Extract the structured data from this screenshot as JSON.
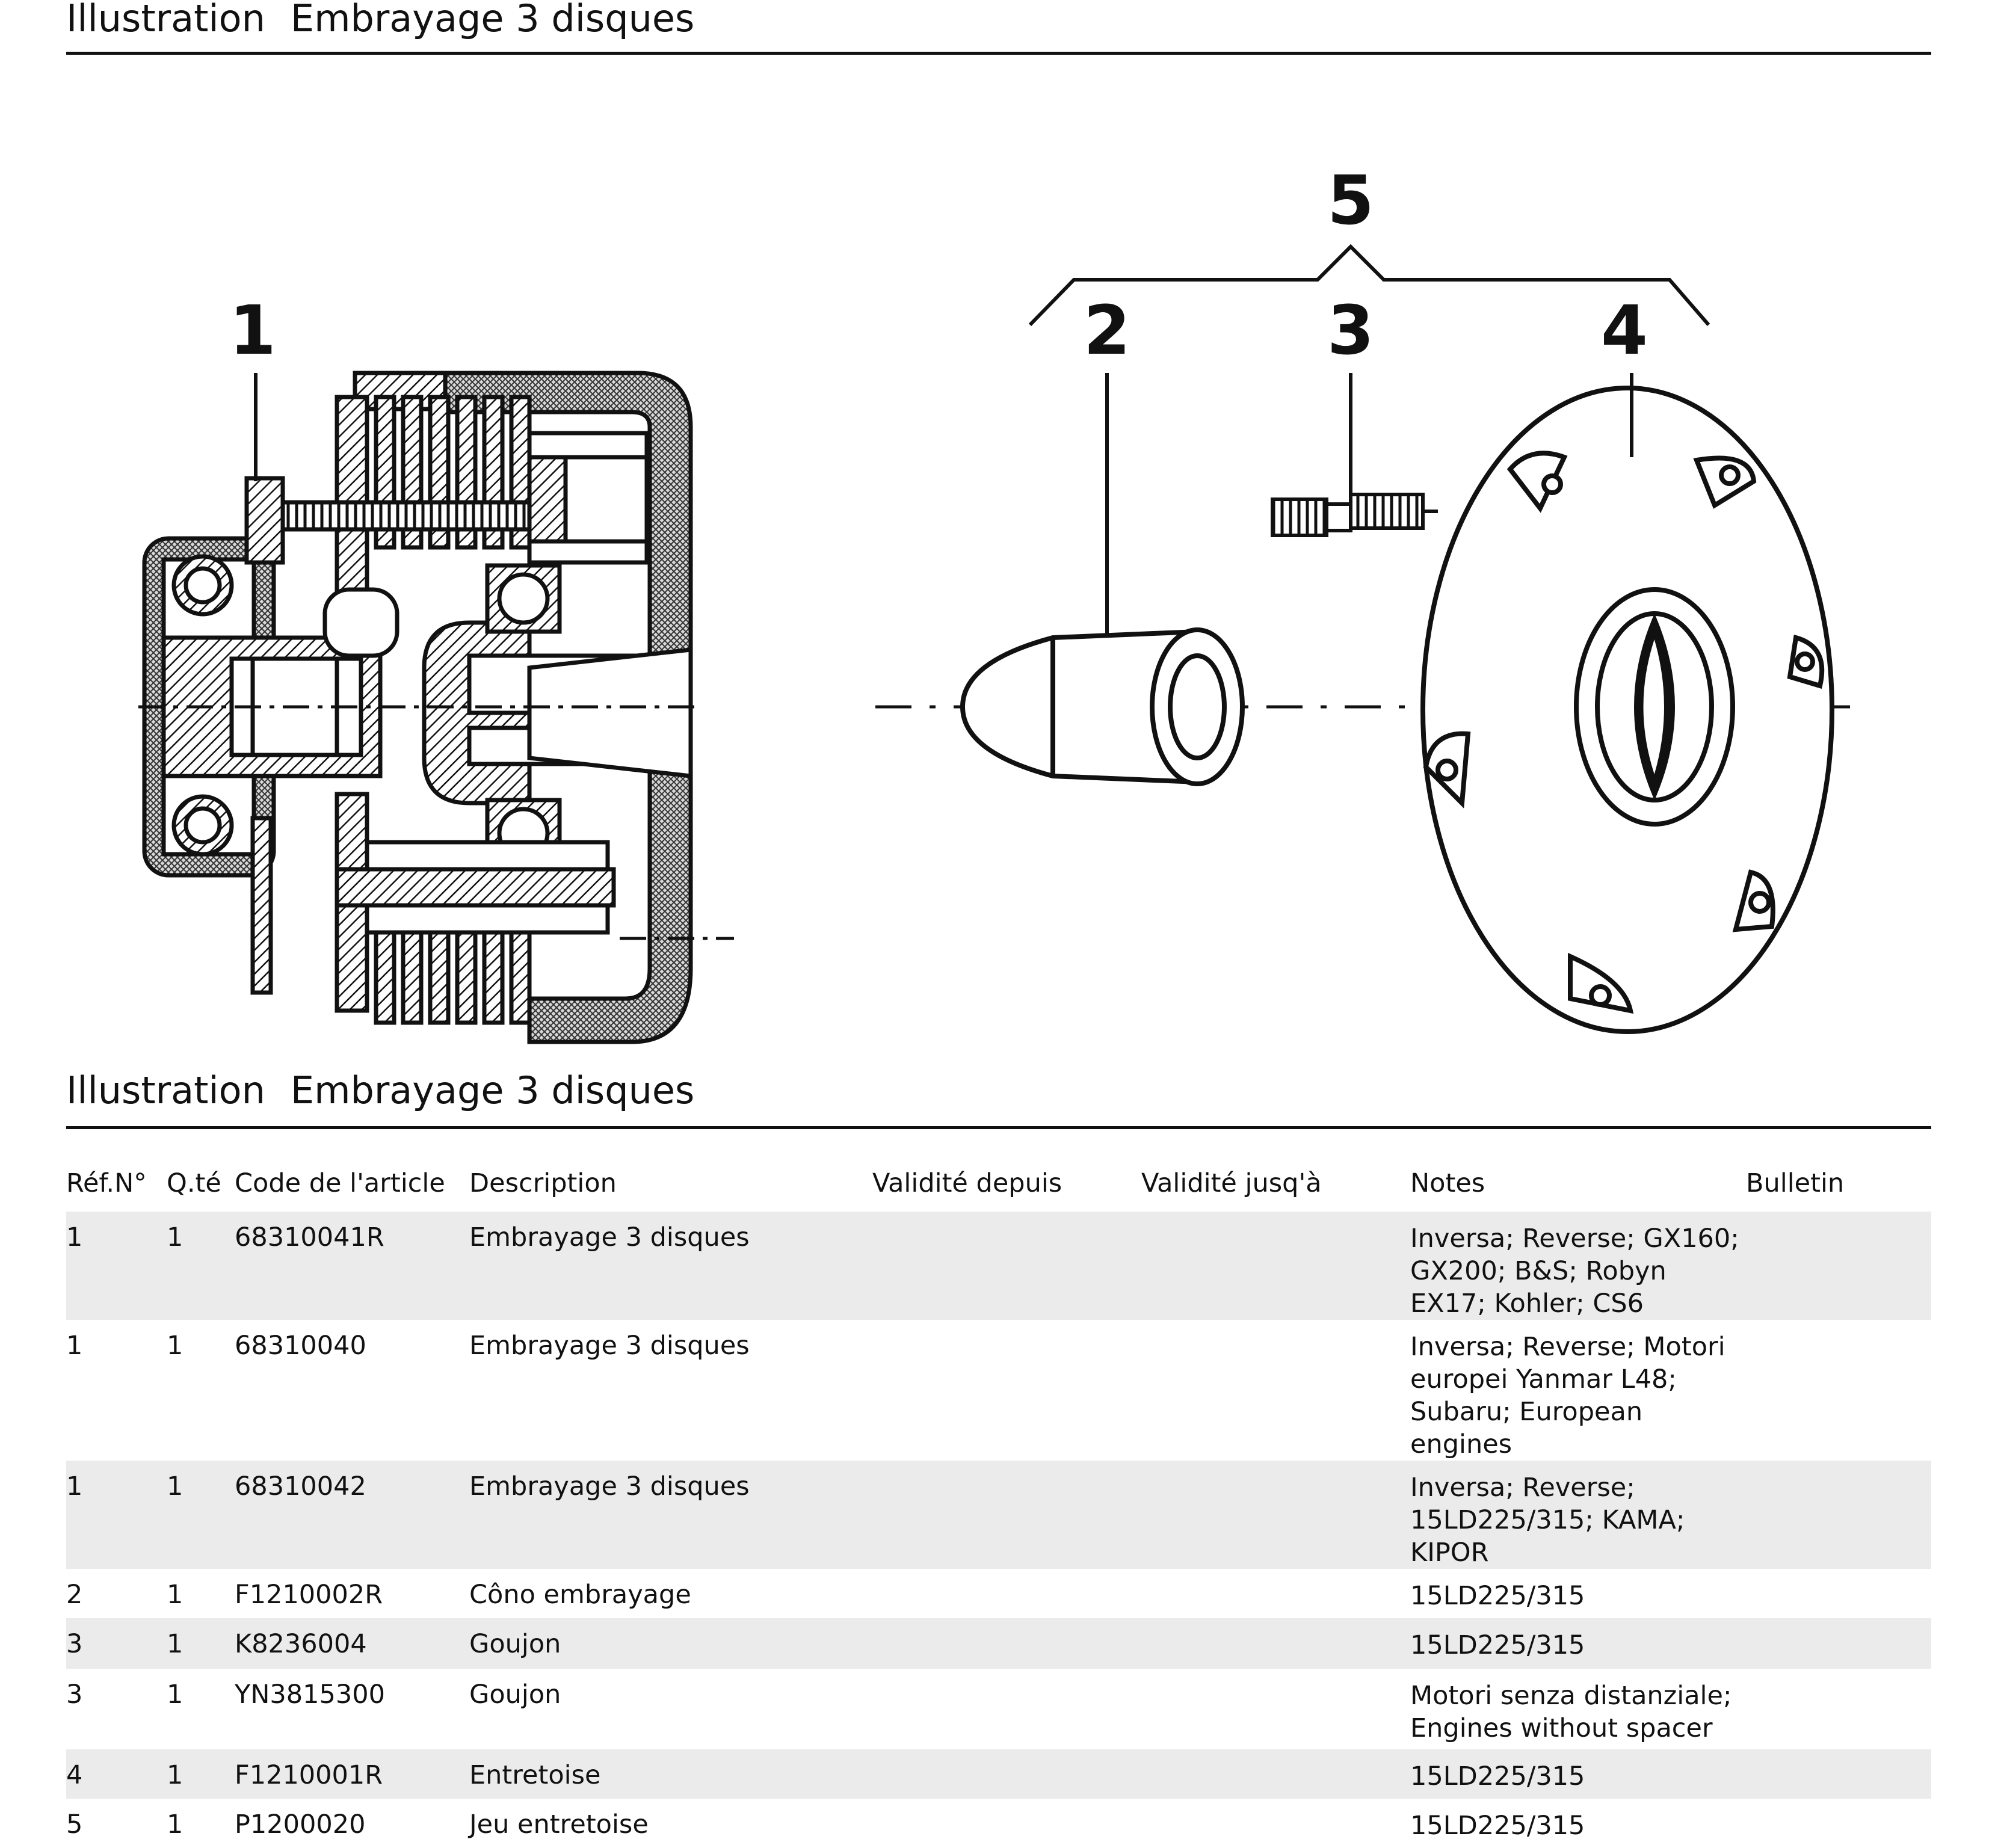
{
  "header": {
    "word": "Illustration",
    "title": "Embrayage 3 disques"
  },
  "drawing": {
    "callouts": [
      "1",
      "2",
      "3",
      "4",
      "5"
    ]
  },
  "section": {
    "word": "Illustration",
    "title": "Embrayage 3 disques"
  },
  "table": {
    "columns": [
      "Réf.N°",
      "Q.té",
      "Code de l'article",
      "Description",
      "Validité depuis",
      "Validité jusq'à",
      "Notes",
      "Bulletin"
    ],
    "rows": [
      {
        "ref": "1",
        "qty": "1",
        "code": "68310041R",
        "desc": "Embrayage 3 disques",
        "from": "",
        "to": "",
        "notes": "Inversa; Reverse; GX160; GX200; B&S; Robyn EX17; Kohler; CS6",
        "bulletin": ""
      },
      {
        "ref": "1",
        "qty": "1",
        "code": "68310040",
        "desc": "Embrayage 3 disques",
        "from": "",
        "to": "",
        "notes": "Inversa; Reverse; Motori europei Yanmar L48; Subaru; European engines",
        "bulletin": ""
      },
      {
        "ref": "1",
        "qty": "1",
        "code": "68310042",
        "desc": "Embrayage 3 disques",
        "from": "",
        "to": "",
        "notes": "Inversa; Reverse; 15LD225/315; KAMA; KIPOR",
        "bulletin": ""
      },
      {
        "ref": "2",
        "qty": "1",
        "code": "F1210002R",
        "desc": "Côno embrayage",
        "from": "",
        "to": "",
        "notes": "15LD225/315",
        "bulletin": ""
      },
      {
        "ref": "3",
        "qty": "1",
        "code": "K8236004",
        "desc": "Goujon",
        "from": "",
        "to": "",
        "notes": "15LD225/315",
        "bulletin": ""
      },
      {
        "ref": "3",
        "qty": "1",
        "code": "YN3815300",
        "desc": "Goujon",
        "from": "",
        "to": "",
        "notes": "Motori senza distanziale; Engines without spacer",
        "bulletin": ""
      },
      {
        "ref": "4",
        "qty": "1",
        "code": "F1210001R",
        "desc": "Entretoise",
        "from": "",
        "to": "",
        "notes": "15LD225/315",
        "bulletin": ""
      },
      {
        "ref": "5",
        "qty": "1",
        "code": "P1200020",
        "desc": "Jeu entretoise",
        "from": "",
        "to": "",
        "notes": "15LD225/315",
        "bulletin": ""
      }
    ]
  }
}
